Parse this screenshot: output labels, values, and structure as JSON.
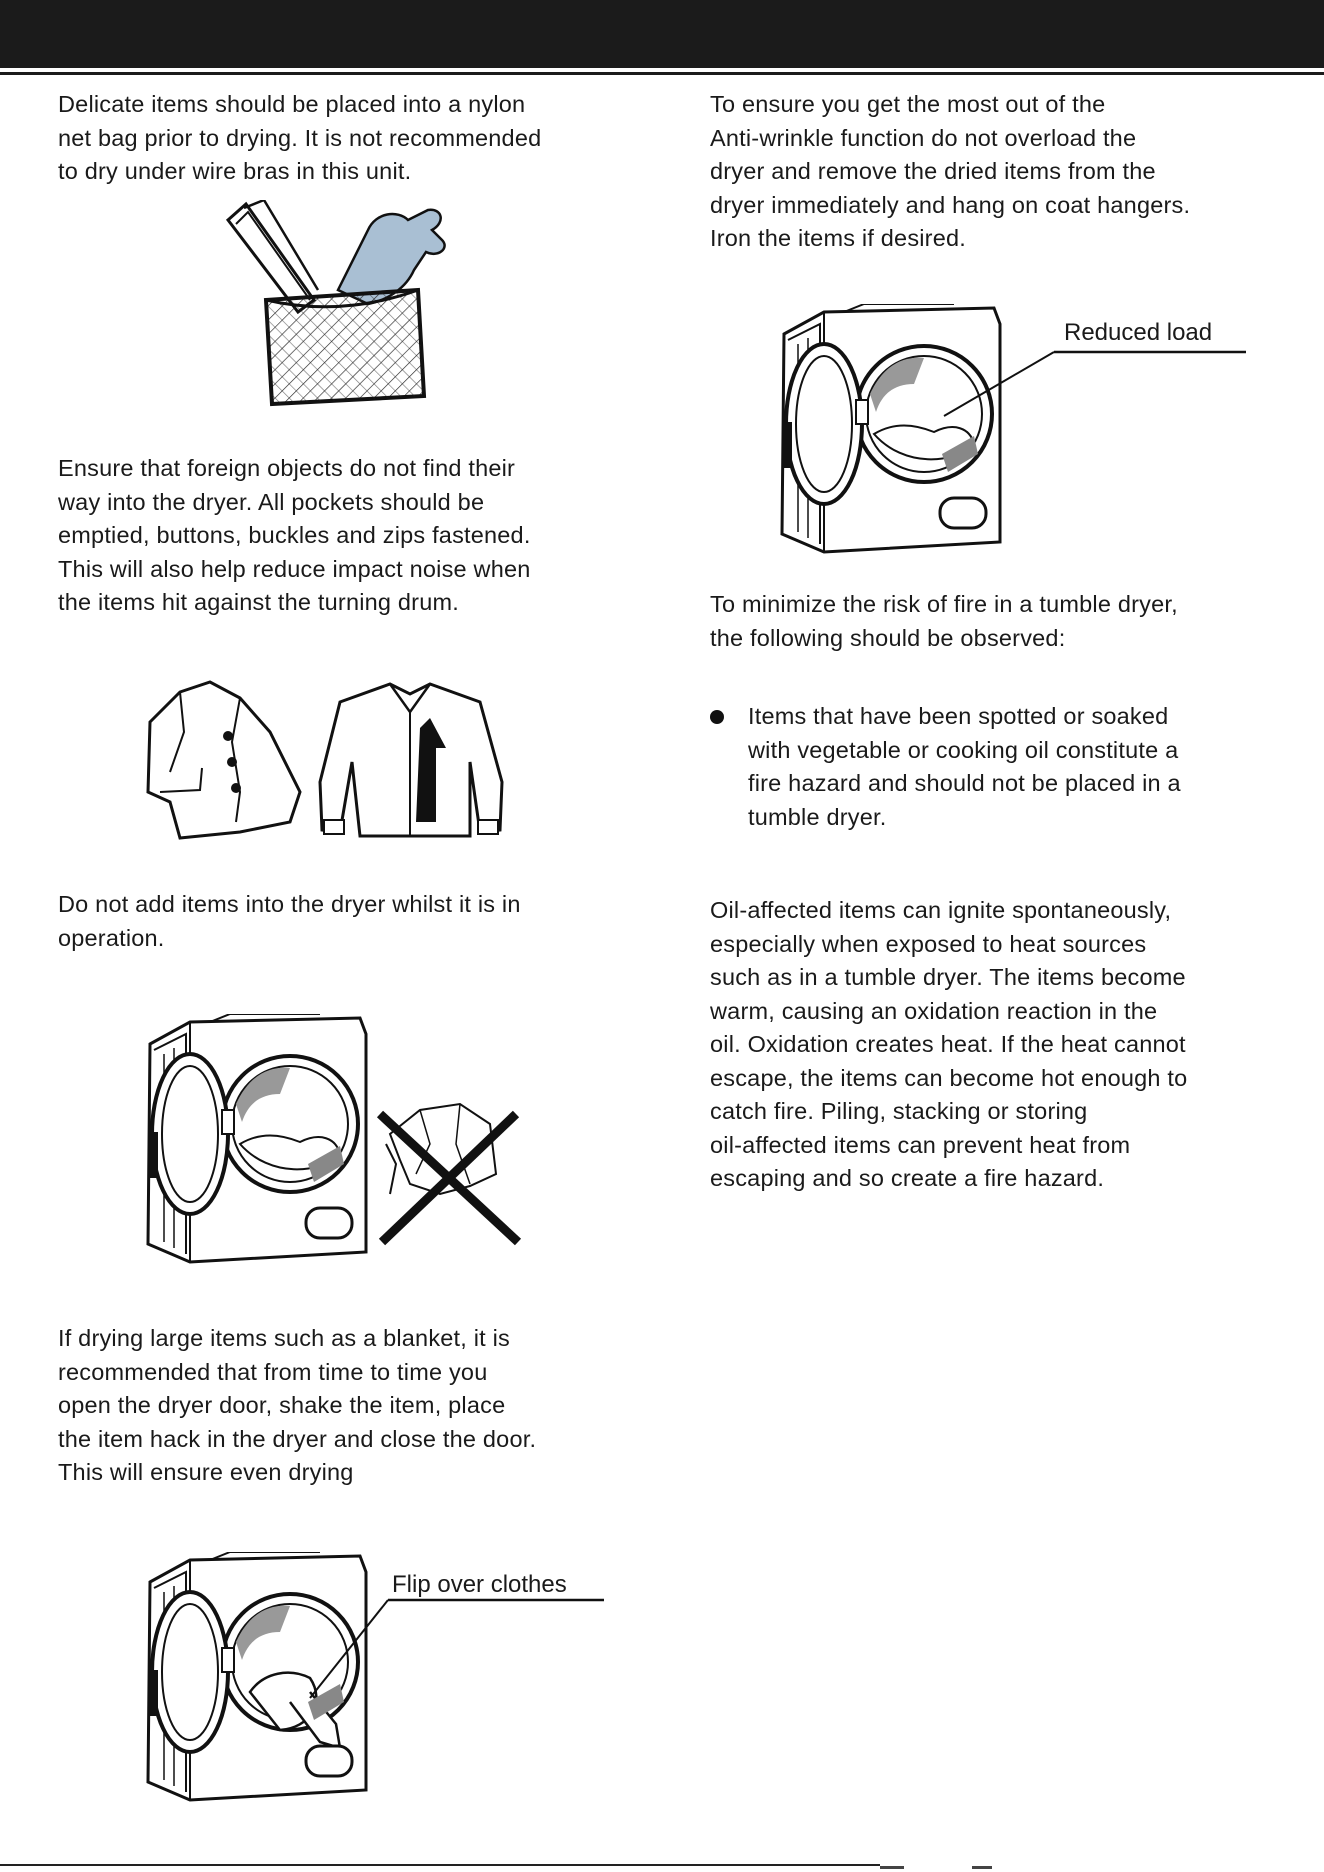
{
  "left": {
    "p1": [
      "Delicate items should be placed into a nylon",
      "net bag prior to drying. It is not recommended",
      "to dry under wire bras in this unit."
    ],
    "p2": [
      "Ensure that foreign objects do not find their",
      "way into the dryer. All pockets should be",
      "emptied, buttons, buckles and zips fastened.",
      "This will also help reduce impact noise when",
      "the items hit against the turning drum."
    ],
    "p3": [
      "Do not add items into the dryer whilst it is in",
      "operation."
    ],
    "p4": [
      "If drying large items such as a blanket, it is",
      "recommended that from time to time you",
      "open the dryer door, shake the item, place",
      "the item hack in the dryer and close the door.",
      "This will ensure even drying"
    ],
    "flip_label": "Flip over clothes"
  },
  "right": {
    "p1": [
      "To ensure you get the most out of the",
      "Anti-wrinkle function do not overload the",
      "dryer and remove the dried items from the",
      "dryer immediately and hang on coat hangers.",
      "Iron the items if desired."
    ],
    "reduced_label": "Reduced load",
    "p2": [
      "To minimize the risk of fire in a tumble dryer,",
      "the following should be observed:"
    ],
    "bullet": [
      "Items that have been spotted or soaked",
      "with vegetable or cooking oil constitute a",
      "fire hazard and should not be placed in a",
      "tumble dryer."
    ],
    "p3": [
      "Oil-affected items can ignite spontaneously,",
      "especially when exposed to heat sources",
      "such as in a tumble dryer. The items become",
      "warm, causing an oxidation reaction in the",
      "oil. Oxidation creates heat. If the heat cannot",
      "escape, the items can become hot enough to",
      "catch fire. Piling, stacking or storing",
      "oil-affected items can prevent heat from",
      "escaping and so create a fire hazard."
    ]
  },
  "icons": {
    "net_bag": "net-bag-with-bra-illustration",
    "clothes": "jacket-and-shirt-fastened-illustration",
    "dryer": "tumble-dryer-open-door-illustration",
    "no_clothes": "crossed-out-clothes-icon"
  },
  "colors": {
    "header_bar": "#1b1b1b",
    "text": "#1a1a1a"
  }
}
